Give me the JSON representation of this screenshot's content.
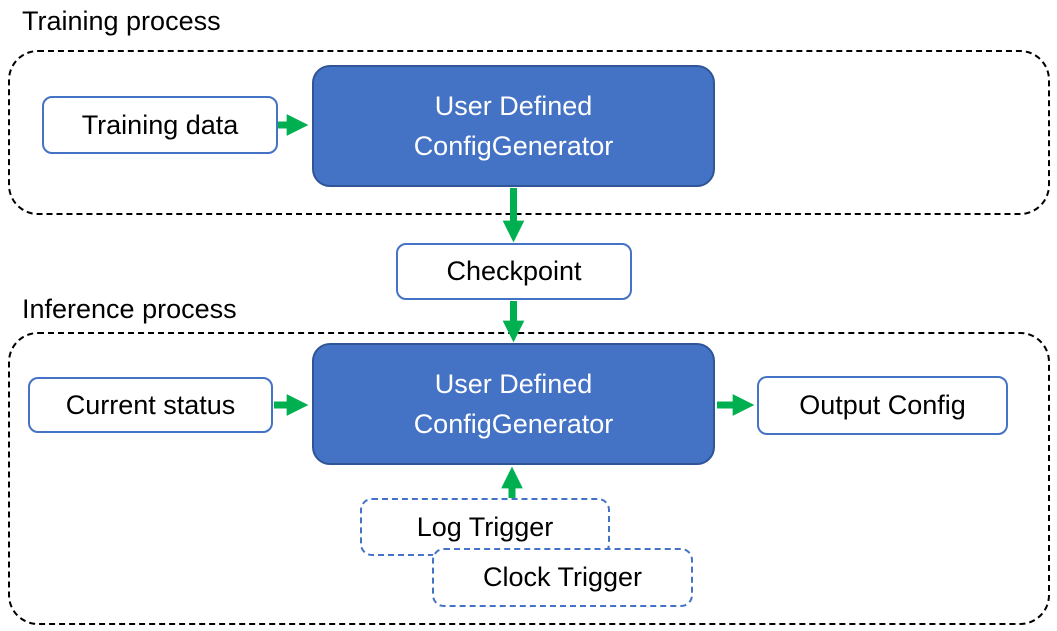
{
  "colors": {
    "box_fill_blue": "#4472C4",
    "box_border_dark": "#2F5597",
    "white_box_border": "#4472C4",
    "trigger_border": "#4472C4",
    "arrow_green": "#00B050",
    "container_border": "#000000",
    "text_dark": "#000000",
    "text_light": "#FFFFFF"
  },
  "sections": {
    "training": {
      "label": "Training process"
    },
    "inference": {
      "label": "Inference process"
    }
  },
  "nodes": {
    "training_data": {
      "label": "Training data"
    },
    "generator_training": {
      "line1": "User Defined",
      "line2": "ConfigGenerator"
    },
    "checkpoint": {
      "label": "Checkpoint"
    },
    "current_status": {
      "label": "Current status"
    },
    "generator_inference": {
      "line1": "User Defined",
      "line2": "ConfigGenerator"
    },
    "output_config": {
      "label": "Output Config"
    },
    "log_trigger": {
      "label": "Log Trigger"
    },
    "clock_trigger": {
      "label": "Clock Trigger"
    }
  }
}
